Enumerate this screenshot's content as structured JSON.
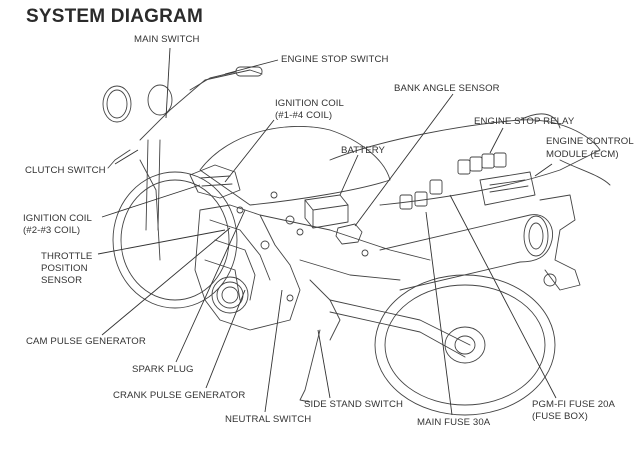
{
  "title": "SYSTEM DIAGRAM",
  "labels": {
    "main_switch": "MAIN SWITCH",
    "engine_stop_switch": "ENGINE STOP SWITCH",
    "bank_angle_sensor": "BANK ANGLE SENSOR",
    "ignition_coil_1_4_line1": "IGNITION COIL",
    "ignition_coil_1_4_line2": "(#1-#4 COIL)",
    "engine_stop_relay": "ENGINE STOP RELAY",
    "ecm_line1": "ENGINE CONTROL",
    "ecm_line2": "MODULE (ECM)",
    "battery": "BATTERY",
    "clutch_switch": "CLUTCH SWITCH",
    "ignition_coil_2_3_line1": "IGNITION COIL",
    "ignition_coil_2_3_line2": "(#2-#3 COIL)",
    "tps_line1": "THROTTLE",
    "tps_line2": "POSITION",
    "tps_line3": "SENSOR",
    "cam_pulse_generator": "CAM PULSE GENERATOR",
    "spark_plug": "SPARK PLUG",
    "crank_pulse_generator": "CRANK PULSE GENERATOR",
    "neutral_switch": "NEUTRAL SWITCH",
    "side_stand_switch": "SIDE STAND SWITCH",
    "main_fuse": "MAIN FUSE 30A",
    "pgm_fi_fuse_line1": "PGM-FI FUSE 20A",
    "pgm_fi_fuse_line2": "(FUSE BOX)"
  }
}
